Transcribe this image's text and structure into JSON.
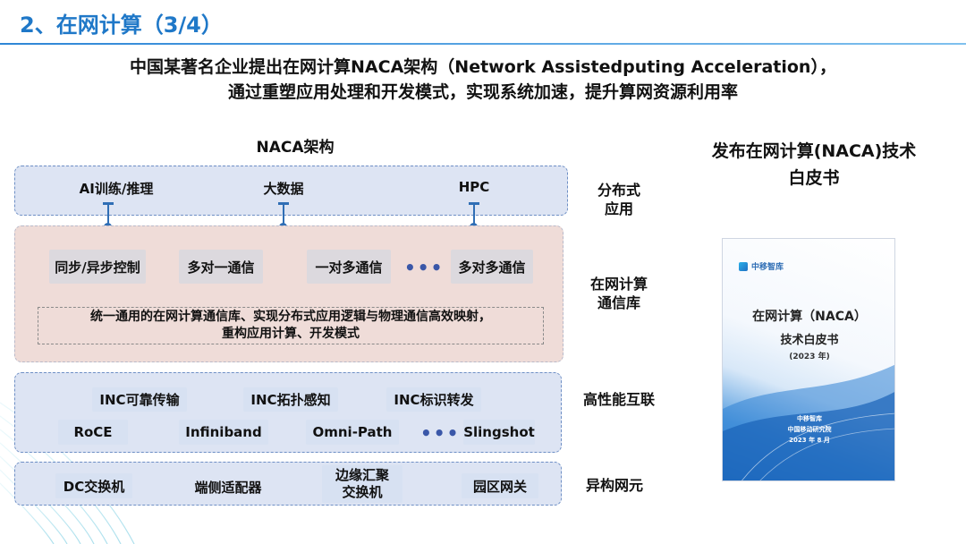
{
  "header": {
    "title": "2、在网计算（3/4）"
  },
  "intro": {
    "line1": "中国某著名企业提出在网计算NACA架构（Network Assistedputing Acceleration），",
    "line2": "通过重塑应用处理和开发模式，实现系统加速，提升算网资源利用率"
  },
  "diagram": {
    "title": "NACA架构",
    "distributed_apps": [
      "AI训练/推理",
      "大数据",
      "HPC"
    ],
    "comm_boxes": [
      "同步/异步控制",
      "多对一通信",
      "一对多通信",
      "多对多通信"
    ],
    "comm_desc_line1": "统一通用的在网计算通信库、实现分布式应用逻辑与物理通信高效映射，",
    "comm_desc_line2": "重构应用计算、开发模式",
    "inc_items": [
      "INC可靠传输",
      "INC拓扑感知",
      "INC标识转发"
    ],
    "fabrics": [
      "RoCE",
      "Infiniband",
      "Omni-Path",
      "Slingshot"
    ],
    "elements": [
      "DC交换机",
      "端侧适配器",
      "边缘汇聚\n交换机",
      "园区网关"
    ],
    "ellipsis": "•••"
  },
  "side_labels": {
    "distributed": "分布式\n应用",
    "commlib": "在网计算\n通信库",
    "interconnect": "高性能互联",
    "hetero": "异构网元"
  },
  "whitepaper": {
    "title_line1": "发布在网计算(NACA)技术",
    "title_line2": "白皮书",
    "cover_logo": "中移智库",
    "cover_title1": "在网计算（NACA）",
    "cover_title2": "技术白皮书",
    "cover_year": "(2023 年)",
    "cover_org1": "中移智库",
    "cover_org2": "中国移动研究院",
    "cover_date": "2023 年 8 月"
  },
  "colors": {
    "title_blue": "#1f78c8",
    "layer_blue": "#dde4f3",
    "layer_pink": "#efdcd8",
    "connector": "#2f6eb5"
  }
}
